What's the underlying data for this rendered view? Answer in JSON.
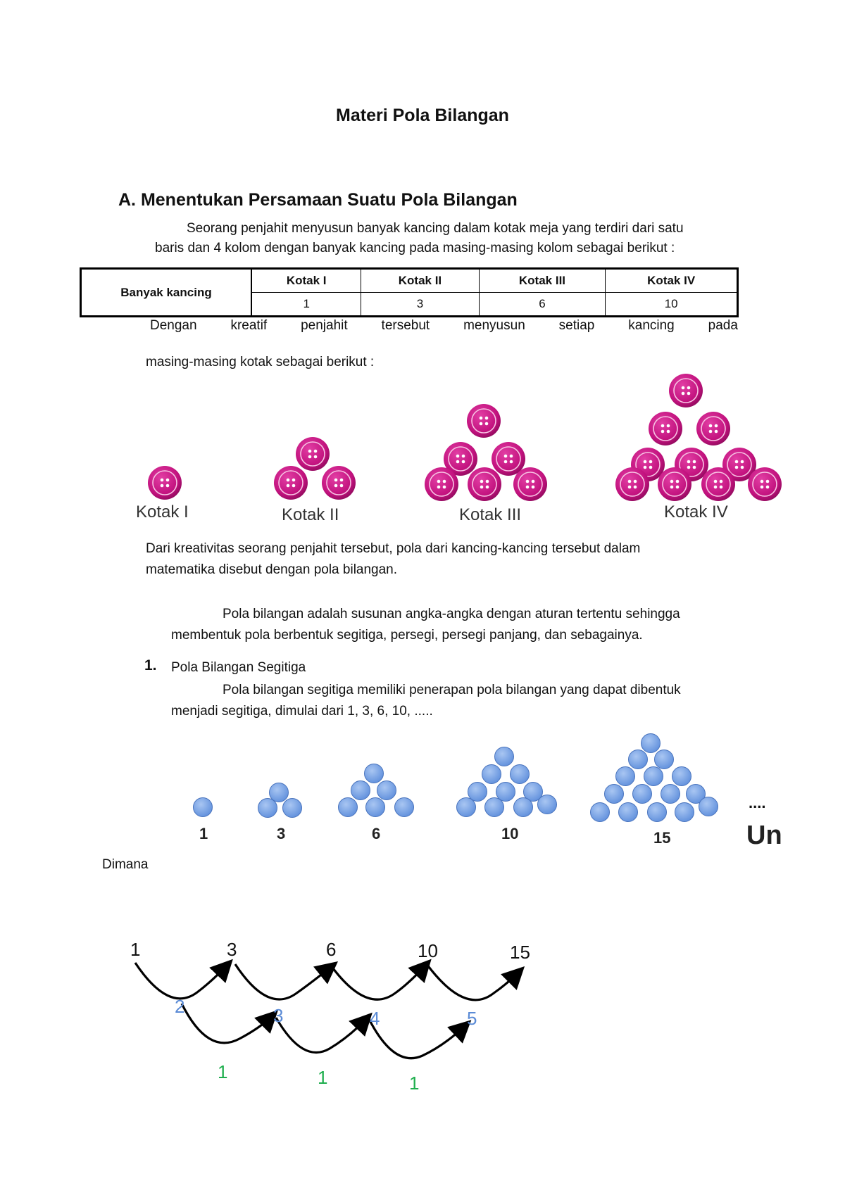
{
  "title": "Materi Pola Bilangan",
  "section_a": {
    "heading": "A. Menentukan Persamaan Suatu Pola Bilangan",
    "intro_line1": "Seorang penjahit menyusun banyak kancing dalam kotak meja yang terdiri dari satu",
    "intro_line2": "baris dan 4 kolom dengan banyak kancing pada masing-masing kolom sebagai berikut :"
  },
  "table": {
    "row_header": "Banyak kancing",
    "columns": [
      "Kotak I",
      "Kotak II",
      "Kotak III",
      "Kotak IV"
    ],
    "values": [
      "1",
      "3",
      "6",
      "10"
    ]
  },
  "after_table": {
    "words": [
      "Dengan",
      "kreatif",
      "penjahit",
      "tersebut",
      "menyusun",
      "setiap",
      "kancing",
      "pada"
    ],
    "line2": "masing-masing kotak sebagai berikut :"
  },
  "buttons_figure": {
    "labels": [
      "Kotak I",
      "Kotak II",
      "Kotak III",
      "Kotak IV"
    ],
    "button_color": "#c2127e"
  },
  "kreativitas": {
    "line1": "Dari kreativitas seorang penjahit tersebut, pola dari kancing-kancing tersebut dalam",
    "line2": "matematika disebut dengan pola bilangan."
  },
  "definition": {
    "line1": "Pola bilangan adalah susunan angka-angka dengan aturan tertentu sehingga",
    "line2": "membentuk pola berbentuk segitiga, persegi, persegi panjang, dan sebagainya."
  },
  "item1": {
    "number": "1.",
    "heading": "Pola Bilangan Segitiga",
    "line1": "Pola bilangan segitiga memiliki penerapan pola bilangan yang dapat dibentuk",
    "line2": "menjadi segitiga, dimulai dari 1, 3, 6, 10, ....."
  },
  "dots_figure": {
    "labels": [
      "1",
      "3",
      "6",
      "10",
      "15"
    ],
    "ellipsis": "....",
    "un": "Un",
    "dot_color": "#6f9be0"
  },
  "dimana": "Dimana",
  "arc_diagram": {
    "top_numbers": [
      "1",
      "3",
      "6",
      "10",
      "15"
    ],
    "differences": [
      "2",
      "3",
      "4",
      "5"
    ],
    "second_differences": [
      "1",
      "1",
      "1"
    ]
  }
}
